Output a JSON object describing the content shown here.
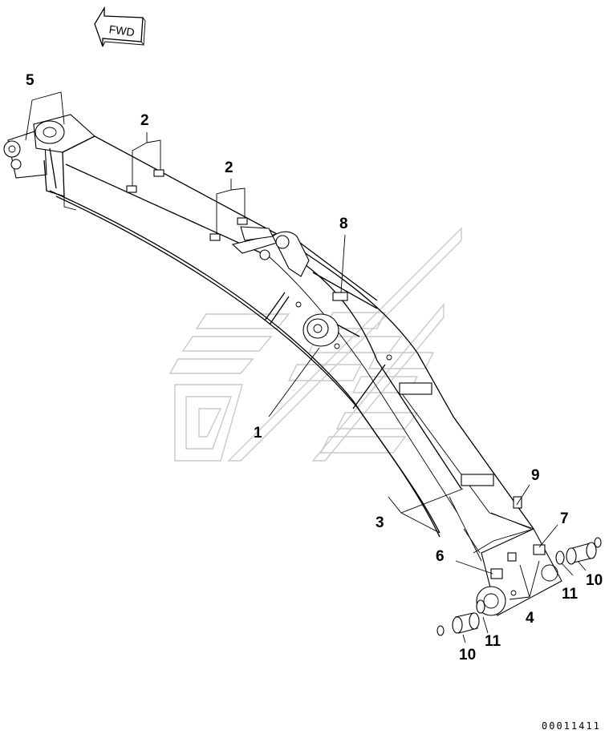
{
  "orientation_marker": {
    "label": "FWD",
    "icon": "fwd-arrow-icon"
  },
  "callouts": [
    {
      "id": "5",
      "label": "5"
    },
    {
      "id": "2a",
      "label": "2"
    },
    {
      "id": "2b",
      "label": "2"
    },
    {
      "id": "8",
      "label": "8"
    },
    {
      "id": "1",
      "label": "1"
    },
    {
      "id": "3",
      "label": "3"
    },
    {
      "id": "9",
      "label": "9"
    },
    {
      "id": "7",
      "label": "7"
    },
    {
      "id": "6",
      "label": "6"
    },
    {
      "id": "4",
      "label": "4"
    },
    {
      "id": "10a",
      "label": "10"
    },
    {
      "id": "11a",
      "label": "11"
    },
    {
      "id": "10b",
      "label": "10"
    },
    {
      "id": "11b",
      "label": "11"
    }
  ],
  "document_number": "00011411",
  "watermark": {
    "icon": "watermark-logo-icon"
  }
}
